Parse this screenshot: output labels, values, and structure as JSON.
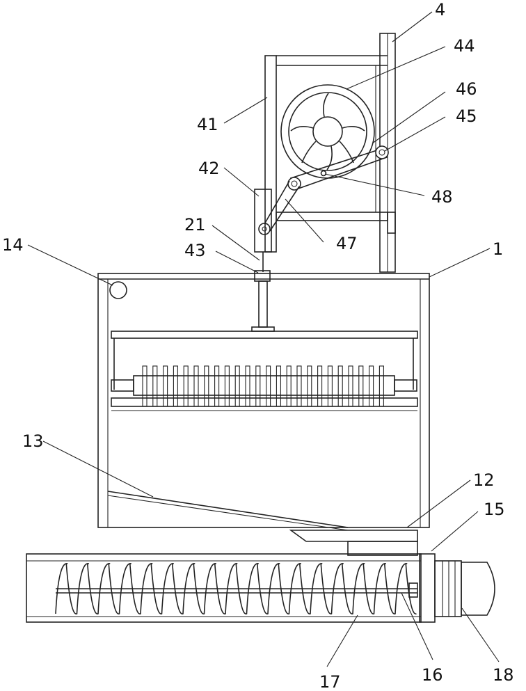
{
  "labels": {
    "l4": "4",
    "l44": "44",
    "l46": "46",
    "l45": "45",
    "l41": "41",
    "l42": "42",
    "l48": "48",
    "l21": "21",
    "l47": "47",
    "l14": "14",
    "l43": "43",
    "l1": "1",
    "l13": "13",
    "l12": "12",
    "l15": "15",
    "l17": "17",
    "l16": "16",
    "l18": "18"
  }
}
